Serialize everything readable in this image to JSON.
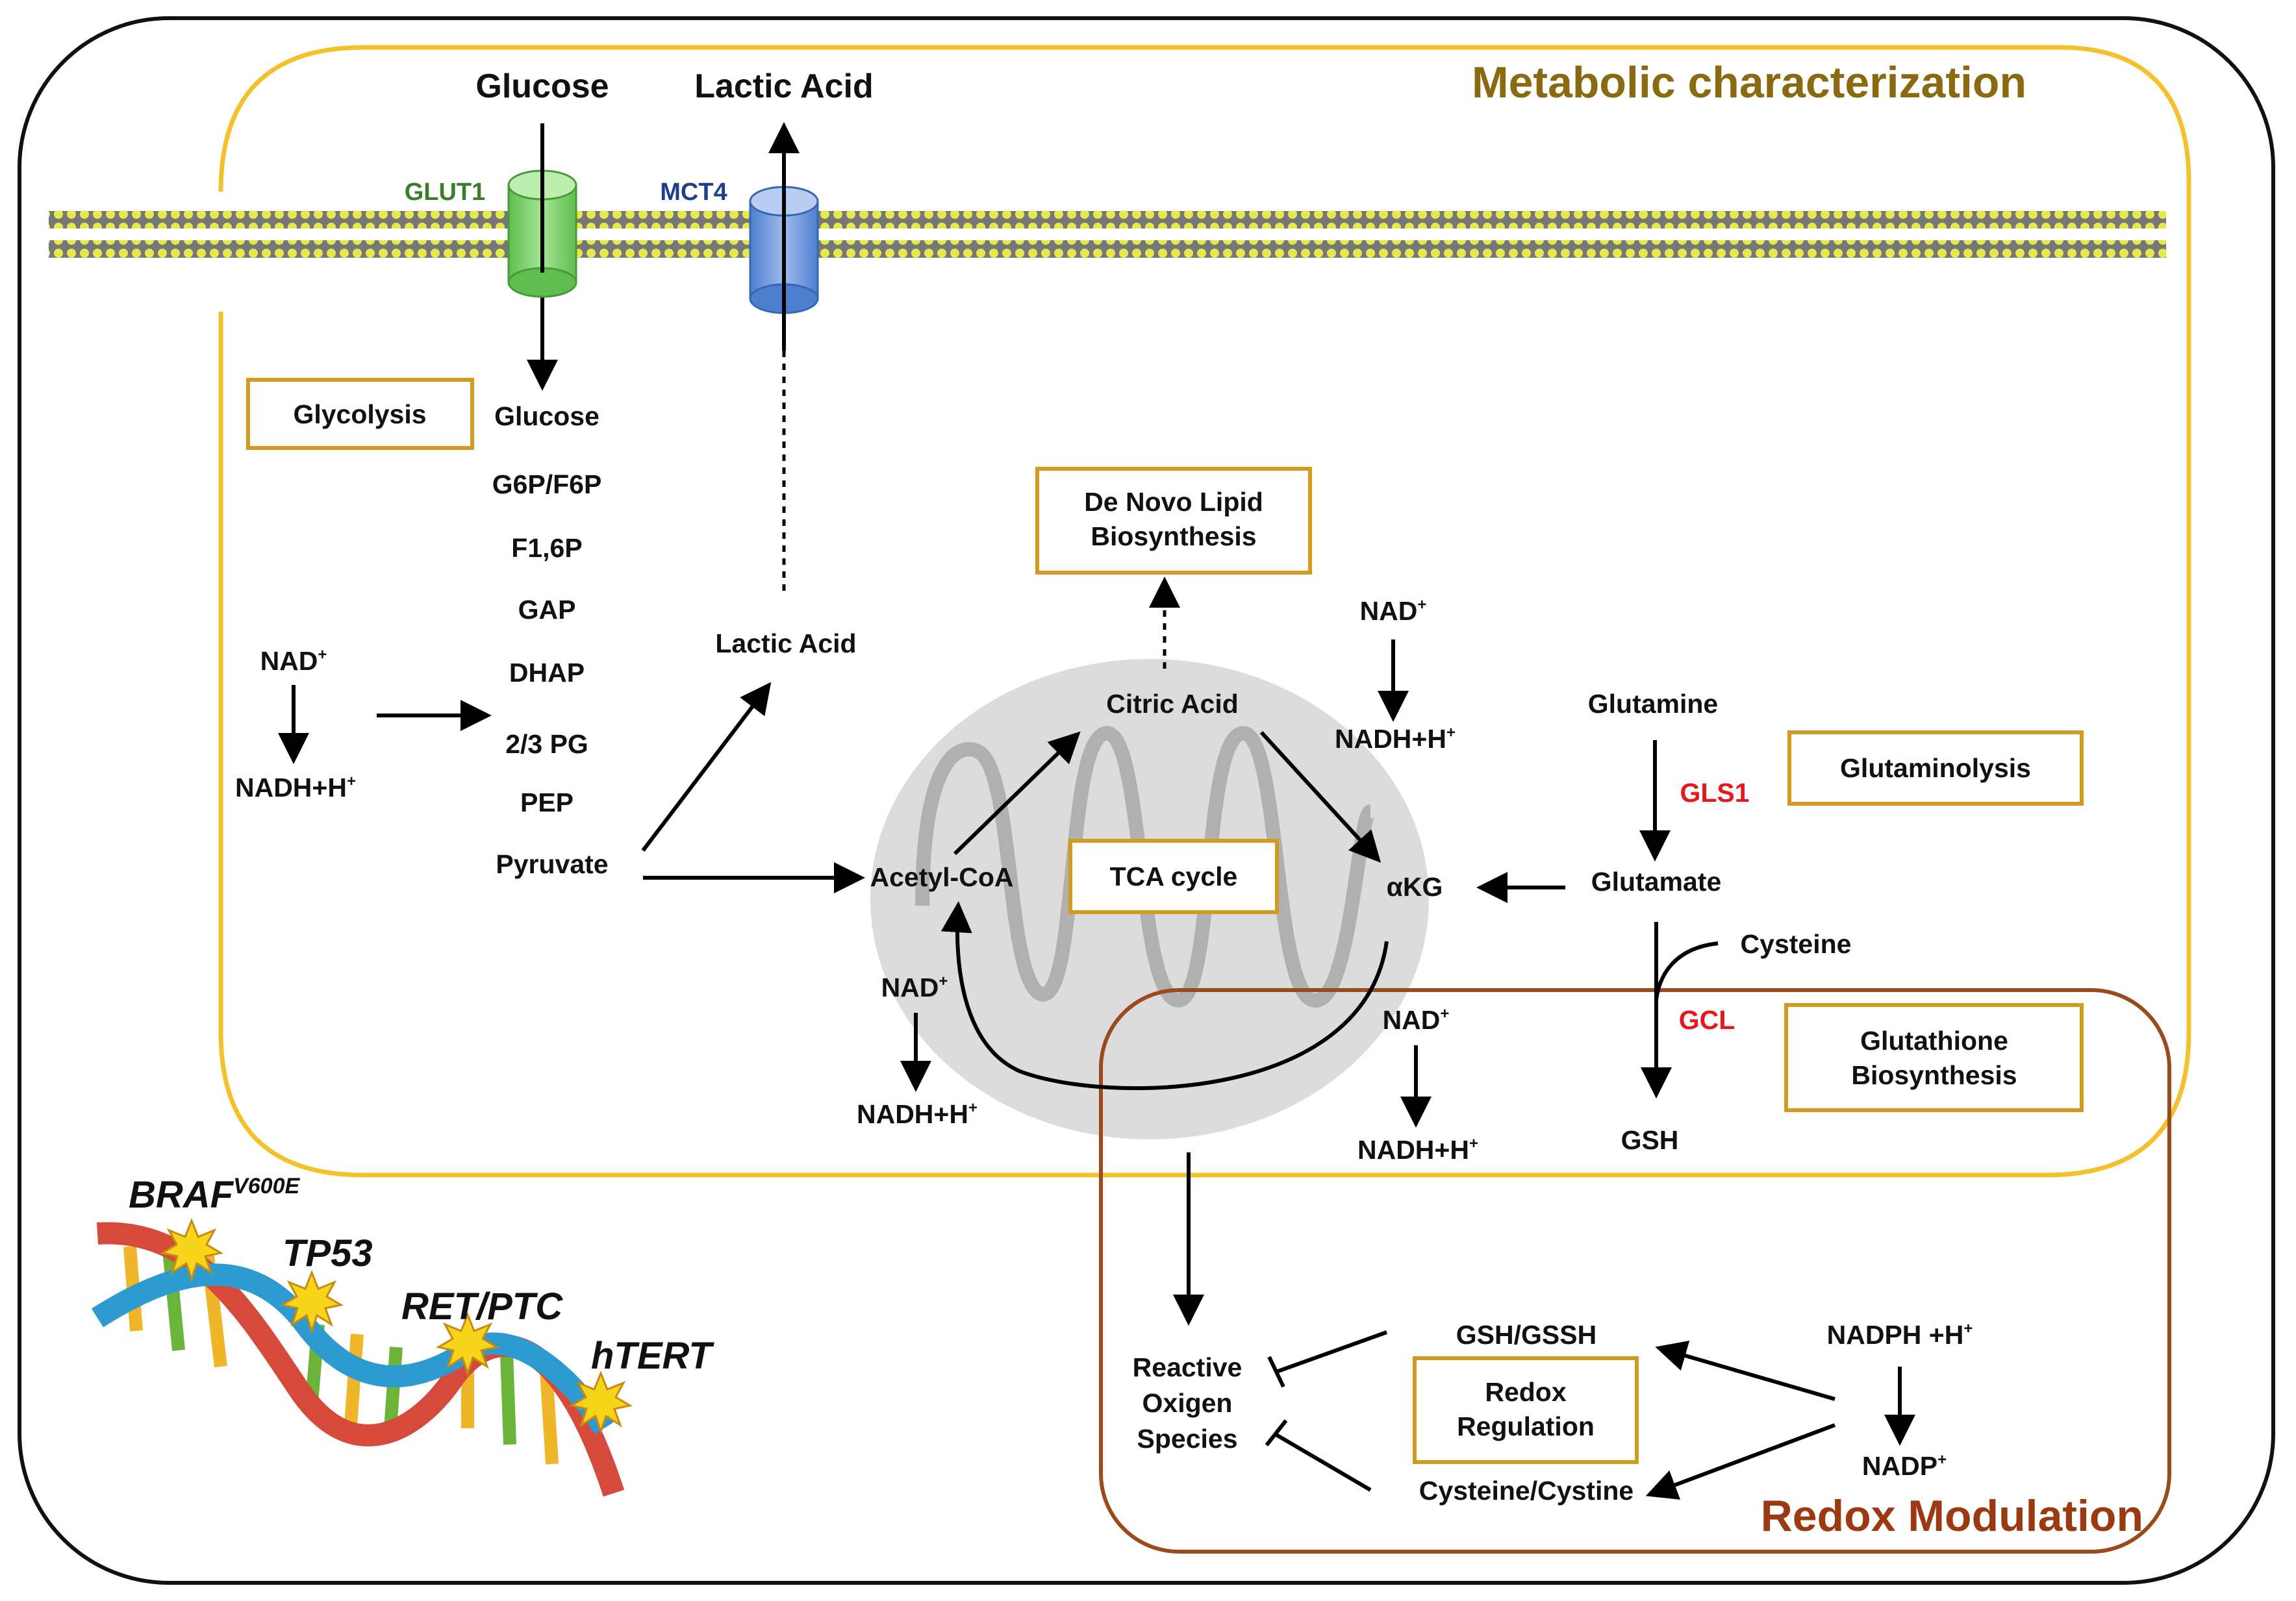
{
  "titles": {
    "metabolic": "Metabolic characterization",
    "redox": "Redox Modulation"
  },
  "transporters": {
    "glut1": "GLUT1",
    "mct4": "MCT4",
    "glucose_out": "Glucose",
    "lactic_out": "Lactic Acid"
  },
  "glycolysis": {
    "box": "Glycolysis",
    "steps": [
      "Glucose",
      "G6P/F6P",
      "F1,6P",
      "GAP",
      "DHAP",
      "2/3 PG",
      "PEP",
      "Pyruvate"
    ],
    "nad": "NAD",
    "nadh": "NADH+H",
    "lactic_in": "Lactic Acid"
  },
  "lipid": {
    "line1": "De Novo Lipid",
    "line2": "Biosynthesis"
  },
  "tca": {
    "box": "TCA cycle",
    "citric": "Citric Acid",
    "acetyl": "Acetyl-CoA",
    "akg": "αKG",
    "nad1": "NAD",
    "nadh1": "NADH+H",
    "nad2": "NAD",
    "nadh2": "NADH+H",
    "nad3": "NAD",
    "nadh3": "NADH+H"
  },
  "glutamine": {
    "glutamine": "Glutamine",
    "gls1": "GLS1",
    "box": "Glutaminolysis",
    "glutamate": "Glutamate",
    "cysteine": "Cysteine",
    "gcl": "GCL",
    "gsh": "GSH",
    "gsh_box1": "Glutathione",
    "gsh_box2": "Biosynthesis"
  },
  "redox": {
    "ros1": "Reactive",
    "ros2": "Oxigen",
    "ros3": "Species",
    "gsh_gssh": "GSH/GSSH",
    "cys_cyst": "Cysteine/Cystine",
    "reg1": "Redox",
    "reg2": "Regulation",
    "nadph": "NADPH +H",
    "nadp": "NADP"
  },
  "genes": {
    "braf": "BRAF",
    "braf_sup": "V600E",
    "tp53": "TP53",
    "ret": "RET/PTC",
    "htert": "hTERT"
  },
  "colors": {
    "metabolic_border": "#f3c12b",
    "redox_border": "#9b4a1c",
    "box_border": "#d29a1f",
    "glut1": "#7fd36e",
    "mct4": "#6f98da",
    "red_label": "#e8171b"
  }
}
